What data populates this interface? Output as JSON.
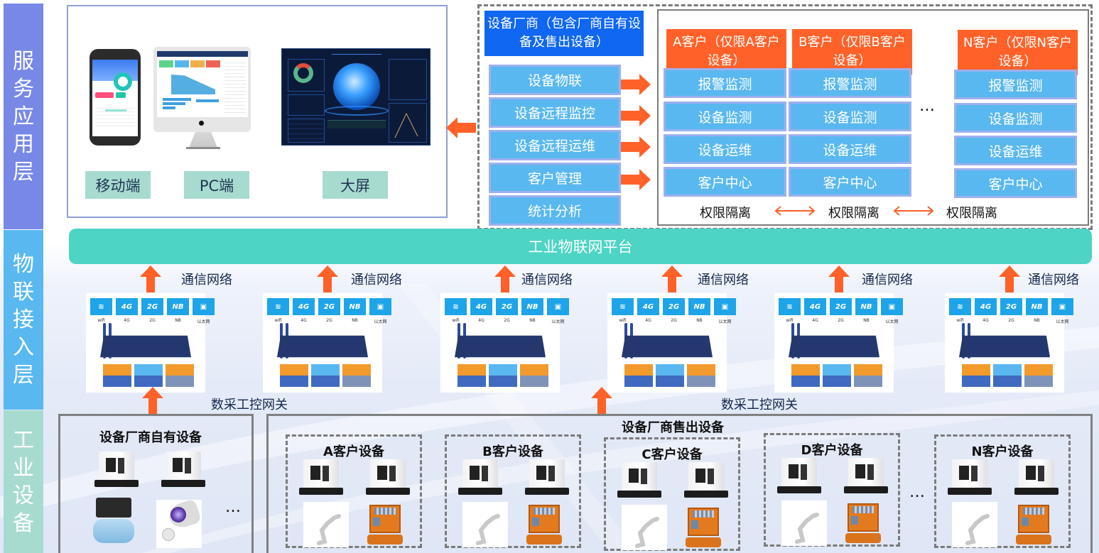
{
  "layers": [
    {
      "label": "服务应用层",
      "color": "#7788e6"
    },
    {
      "label": "物联接入层",
      "color": "#5ab8f0"
    },
    {
      "label": "工业设备",
      "color": "#a8dbd0"
    }
  ],
  "app_layer": {
    "clients": [
      "移动端",
      "PC端",
      "大屏"
    ]
  },
  "vendor": {
    "title": "设备厂商（包含厂商自有设备及售出设备）",
    "services": [
      "设备物联",
      "设备远程监控",
      "设备远程运维",
      "客户管理",
      "统计分析"
    ]
  },
  "customers": [
    {
      "title": "A客户（仅限A客户设备）",
      "items": [
        "报警监测",
        "设备监测",
        "设备运维",
        "客户中心"
      ]
    },
    {
      "title": "B客户（仅限B客户设备）",
      "items": [
        "报警监测",
        "设备监测",
        "设备运维",
        "客户中心"
      ]
    },
    {
      "title": "N客户（仅限N客户设备）",
      "items": [
        "报警监测",
        "设备监测",
        "设备运维",
        "客户中心"
      ]
    }
  ],
  "ellipsis": "…",
  "isolation_label": "权限隔离",
  "platform_label": "工业物联网平台",
  "network_label": "通信网络",
  "gateway_label": "数采工控网关",
  "gateway_icons": [
    {
      "icon": "wifi-icon",
      "glyph": "≋",
      "label": "wifi"
    },
    {
      "icon": "4g-icon",
      "glyph": "4G",
      "label": "4G"
    },
    {
      "icon": "2g-icon",
      "glyph": "2G",
      "label": "2G"
    },
    {
      "icon": "nb-icon",
      "glyph": "NB",
      "label": "NB"
    },
    {
      "icon": "ethernet-icon",
      "glyph": "▣",
      "label": "以太网"
    }
  ],
  "equipment": {
    "own_title": "设备厂商自有设备",
    "sold_title": "设备厂商售出设备",
    "customer_groups": [
      "A客户设备",
      "B客户设备",
      "C客户设备",
      "D客户设备",
      "N客户设备"
    ]
  },
  "colors": {
    "accent_orange": "#ff6128",
    "vendor_blue": "#0f67f2",
    "service_blue": "#5ab8f0",
    "platform_teal": "#4dd4c4",
    "client_label_bg": "#a8dbd0"
  }
}
